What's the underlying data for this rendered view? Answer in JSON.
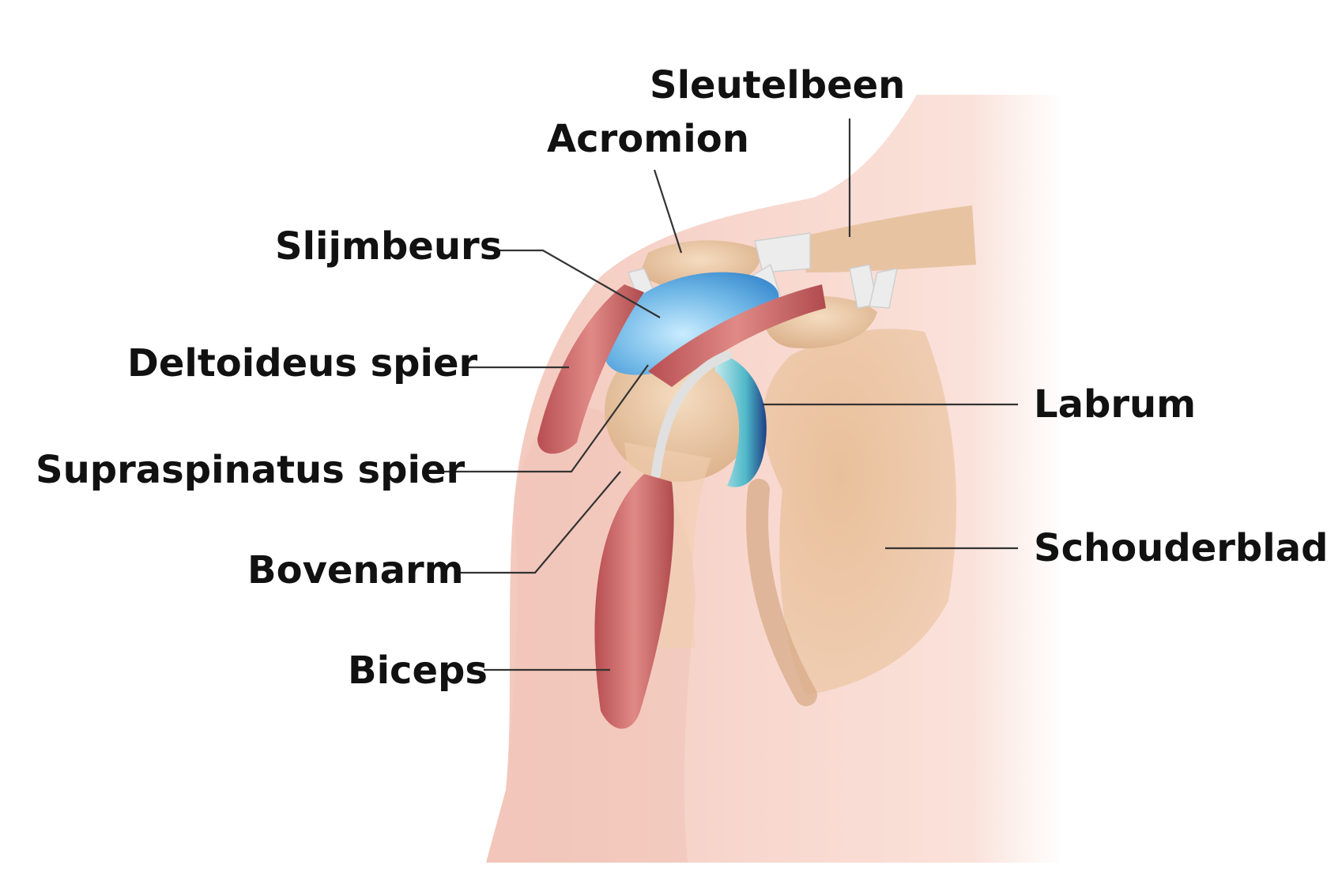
{
  "diagram": {
    "labels": {
      "sleutelbeen": "Sleutelbeen",
      "acromion": "Acromion",
      "slijmbeurs": "Slijmbeurs",
      "deltoideus": "Deltoideus spier",
      "supraspinatus": "Supraspinatus spier",
      "bovenarm": "Bovenarm",
      "biceps": "Biceps",
      "labrum": "Labrum",
      "schouderblad": "Schouderblad"
    },
    "colors": {
      "skin": "#f6d2c8",
      "skin_shadow": "#e9b9ab",
      "bone": "#e8c4a0",
      "muscle": "#c96565",
      "bursa": "#6fb7e6",
      "labrum": "#2a4a8c",
      "ligament": "#e6e6e6",
      "leader_line": "#333333"
    }
  }
}
